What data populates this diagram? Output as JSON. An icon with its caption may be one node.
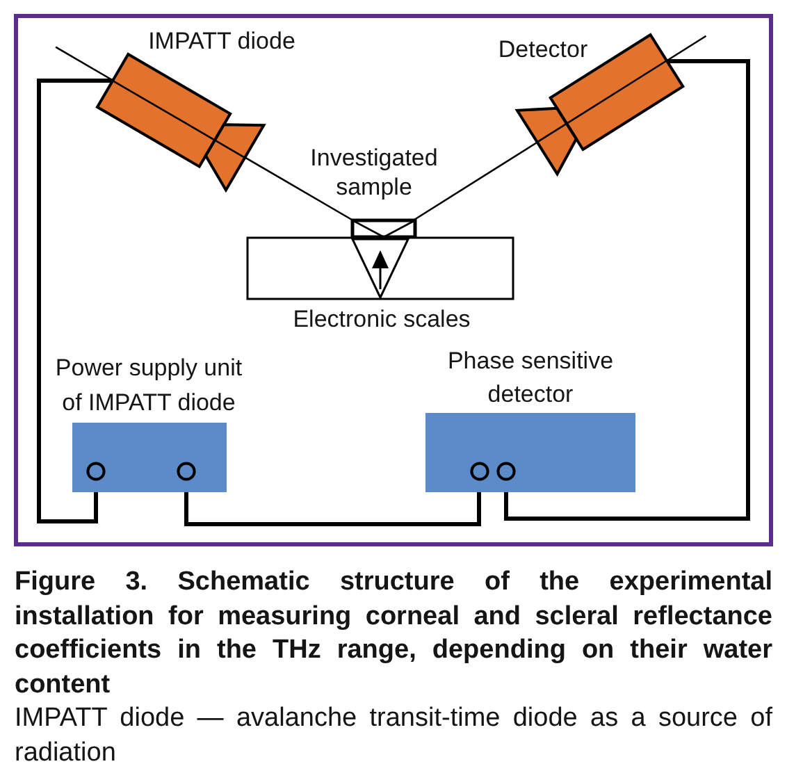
{
  "diagram": {
    "caption": "Figure 3. Schematic structure of the experimental installation for measuring corneal and scleral reflectance coefficients in the THz range, depending on their water content",
    "nodes": [
      {
        "text": [
          "IMPATT diode"
        ]
      },
      {
        "text": [
          "Detector"
        ]
      },
      {
        "text": [
          "Investigated sample"
        ]
      },
      {
        "text": [
          "Electronic scales"
        ]
      },
      {
        "text": [
          "Power supply unit of IMPATT diode"
        ]
      },
      {
        "text": [
          "Phase sensitive detector"
        ]
      }
    ],
    "edges": [
      {
        "from": 0,
        "to": 4,
        "arrow": "none"
      },
      {
        "from": 4,
        "to": 5,
        "arrow": "none"
      },
      {
        "from": 5,
        "to": 1,
        "arrow": "none"
      },
      {
        "from": 0,
        "to": 2,
        "arrow": "none"
      },
      {
        "from": 2,
        "to": 1,
        "arrow": "none"
      }
    ],
    "labels": [
      "IMPATT diode — avalanche transit-time diode as a source of radiation"
    ]
  }
}
